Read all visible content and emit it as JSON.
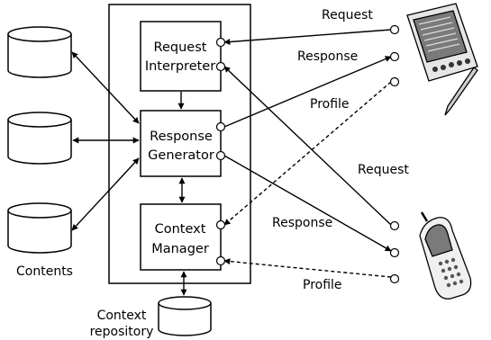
{
  "modules": {
    "request_interpreter": {
      "line1": "Request",
      "line2": "Interpreter"
    },
    "response_generator": {
      "line1": "Response",
      "line2": "Generator"
    },
    "context_manager": {
      "line1": "Context",
      "line2": "Manager"
    }
  },
  "stores": {
    "contents_label": "Contents",
    "context_repository_line1": "Context",
    "context_repository_line2": "repository"
  },
  "pda_links": {
    "request": "Request",
    "response": "Response",
    "profile": "Profile"
  },
  "phone_links": {
    "request": "Request",
    "response": "Response",
    "profile": "Profile"
  }
}
